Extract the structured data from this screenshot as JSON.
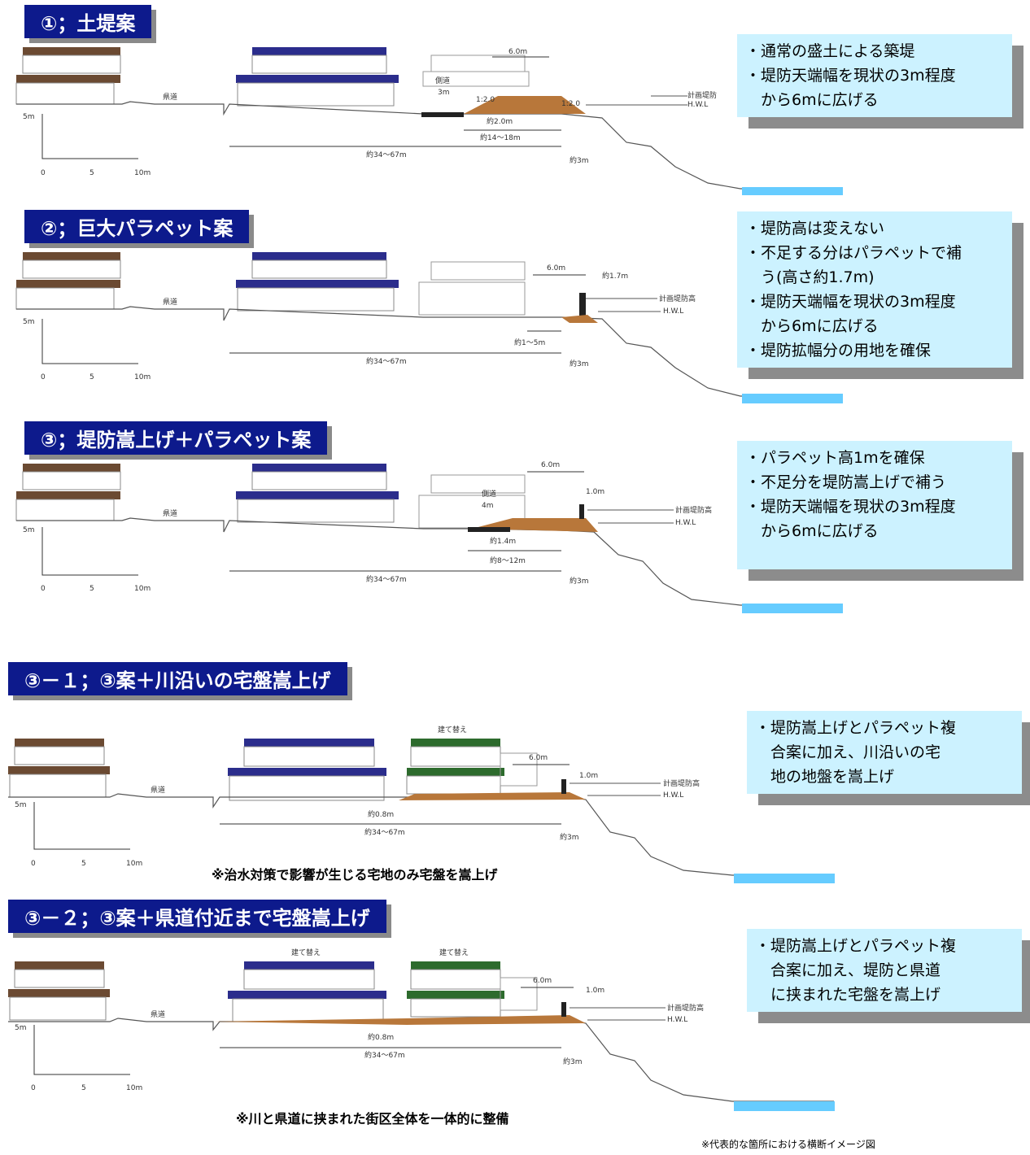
{
  "panels": [
    {
      "id": "p1",
      "title": "①；土堤案",
      "notes": [
        "・通常の盛土による築堤",
        "・堤防天端幅を現状の3m程度",
        "　から6mに広げる"
      ],
      "labels": {
        "road": "県道",
        "sidewalk": "側道",
        "sidewalk_w": "3m",
        "crest": "6.0m",
        "slope1": "1:2.0",
        "slope2": "1:2.0",
        "toe": "約2.0m",
        "span1": "約14～18m",
        "total": "約34～67m",
        "gap": "約3m",
        "plan": "計画堤防",
        "hwl": "H.W.L",
        "scale_v": "5m",
        "s0": "0",
        "s5": "5",
        "s10": "10m"
      }
    },
    {
      "id": "p2",
      "title": "②；巨大パラペット案",
      "notes": [
        "・堤防高は変えない",
        "・不足する分はパラペットで補",
        "　う(高さ約1.7m)",
        "・堤防天端幅を現状の3m程度",
        "　から6mに広げる",
        "・堤防拡幅分の用地を確保"
      ],
      "labels": {
        "road": "県道",
        "crest": "6.0m",
        "parapet": "約1.7m",
        "span1": "約1～5m",
        "total": "約34～67m",
        "gap": "約3m",
        "plan": "計画堤防高",
        "hwl": "H.W.L",
        "scale_v": "5m",
        "s0": "0",
        "s5": "5",
        "s10": "10m"
      }
    },
    {
      "id": "p3",
      "title": "③；堤防嵩上げ＋パラペット案",
      "notes": [
        "・パラペット高1mを確保",
        "・不足分を堤防嵩上げで補う",
        "・堤防天端幅を現状の3m程度",
        "　から6mに広げる"
      ],
      "labels": {
        "road": "県道",
        "sidewalk": "側道",
        "sidewalk_w": "4m",
        "crest": "6.0m",
        "parapet": "1.0m",
        "toe": "約1.4m",
        "span1": "約8～12m",
        "total": "約34～67m",
        "gap": "約3m",
        "plan": "計画堤防高",
        "hwl": "H.W.L",
        "scale_v": "5m",
        "s0": "0",
        "s5": "5",
        "s10": "10m"
      }
    },
    {
      "id": "p4",
      "title": "③－１；③案＋川沿いの宅盤嵩上げ",
      "notes": [
        "・堤防嵩上げとパラペット複",
        "　合案に加え、川沿いの宅",
        "　地の地盤を嵩上げ"
      ],
      "insight": "※治水対策で影響が生じる宅地のみ宅盤を嵩上げ",
      "labels": {
        "road": "県道",
        "rebuild": "建て替え",
        "crest": "6.0m",
        "parapet": "1.0m",
        "raise": "約0.8m",
        "total": "約34～67m",
        "gap": "約3m",
        "plan": "計画堤防高",
        "hwl": "H.W.L",
        "scale_v": "5m",
        "s0": "0",
        "s5": "5",
        "s10": "10m"
      }
    },
    {
      "id": "p5",
      "title": "③－２；③案＋県道付近まで宅盤嵩上げ",
      "notes": [
        "・堤防嵩上げとパラペット複",
        "　合案に加え、堤防と県道",
        "　に挟まれた宅盤を嵩上げ"
      ],
      "insight": "※川と県道に挟まれた街区全体を一体的に整備",
      "labels": {
        "road": "県道",
        "rebuild": "建て替え",
        "rebuild2": "建て替え",
        "crest": "6.0m",
        "parapet": "1.0m",
        "raise": "約0.8m",
        "total": "約34～67m",
        "gap": "約3m",
        "plan": "計画堤防高",
        "hwl": "H.W.L",
        "scale_v": "5m",
        "s0": "0",
        "s5": "5",
        "s10": "10m"
      }
    }
  ],
  "footer": "※代表的な箇所における横断イメージ図",
  "colors": {
    "title_bg": "#0d1a8c",
    "note_bg": "#ccf2ff",
    "roof_brown": "#6b4a32",
    "roof_blue": "#2b2d8c",
    "roof_green": "#2d6b2d",
    "fill": "#b8773a",
    "water": "#66ccff"
  }
}
